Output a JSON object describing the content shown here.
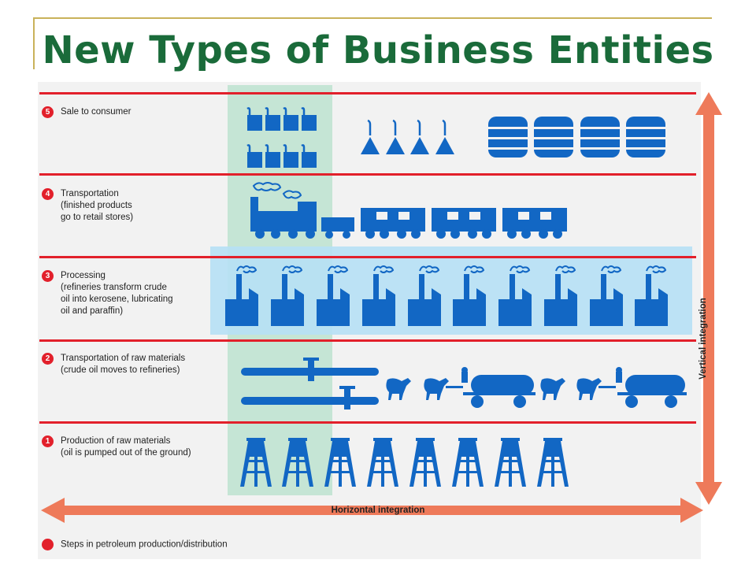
{
  "title": "New Types of Business Entities",
  "steps": [
    {
      "num": "5",
      "text": "Sale to consumer"
    },
    {
      "num": "4",
      "text": "Transportation\n(finished products\ngo to retail stores)"
    },
    {
      "num": "3",
      "text": "Processing\n(refineries transform crude\noil into kerosene, lubricating\noil and paraffin)"
    },
    {
      "num": "2",
      "text": "Transportation of raw materials\n(crude oil moves to refineries)"
    },
    {
      "num": "1",
      "text": "Production of raw materials\n(oil is pumped out of the ground)"
    }
  ],
  "axes": {
    "horizontal": "Horizontal integration",
    "vertical": "Vertical integration"
  },
  "legend": "Steps in petroleum production/distribution",
  "colors": {
    "title": "#1a6b3a",
    "divider": "#e2202b",
    "icon": "#1267c4",
    "arrow": "#ee7a5a",
    "horizontal_band": "#bde3d0",
    "vertical_band": "#b6e0f5"
  }
}
